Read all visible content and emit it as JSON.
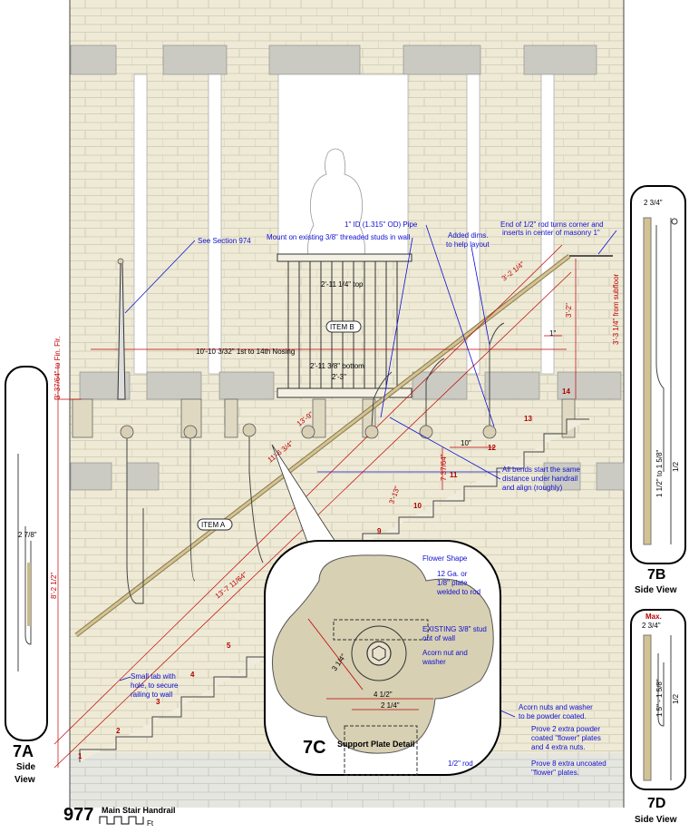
{
  "sheet": {
    "number": "977",
    "title": "Main Stair Handrail",
    "scale_suffix": "Ft"
  },
  "callouts": {
    "see_section": "See Section 974",
    "pipe": "1\" ID (1.315\" OD) Pipe",
    "mount": "Mount on existing 3/8\" threaded studs in wall",
    "added_dims": "Added dims.",
    "added_dims_2": "to help layout",
    "end_rod": "End of 1/2\" rod turns corner and",
    "end_rod_2": "inserts in center of masonry 1\"",
    "bends": "All bends start the same",
    "bends_2": "distance under handrail",
    "bends_3": "and align (roughly)",
    "small_tab": "Small tab with",
    "small_tab_2": "hole, to secure",
    "small_tab_3": "railing to wall"
  },
  "items": {
    "item_a": "ITEM A",
    "item_b": "ITEM B"
  },
  "dimensions": {
    "top": "2'-11 1/4\" top",
    "bottom": "2'-11 3/8\" bottom",
    "w1": "2'-3\"",
    "nosing": "10'-10 3/32\" 1st to 14th Nosing",
    "fin_flr": "3'-37/64\" to Fin. Flr.",
    "d1": "13'-9\"",
    "d2": "11'-6 3/4\"",
    "d3": "13'-7 11/64\"",
    "d4": "8'-2 1/2\"",
    "d5": "3'-2 1/4\"",
    "d6": "3'-2\"",
    "d7": "3'-3 1/4\" from subfloor",
    "d8": "1\"",
    "d9": "10\"",
    "d10": "7 37/64\"",
    "d11": "3'-13\""
  },
  "steps": [
    "1",
    "2",
    "3",
    "4",
    "5",
    "9",
    "10",
    "11",
    "12",
    "13",
    "14"
  ],
  "detail_7c": {
    "label": "7C",
    "title": "Support Plate Detail",
    "flower": "Flower Shape",
    "plate": "12 Ga. or",
    "plate_2": "1/8\" plate",
    "plate_3": "welded to rod",
    "stud": "EXISTING 3/8\" stud",
    "stud_2": "out of wall",
    "acorn": "Acorn nut and",
    "acorn_2": "washer",
    "rod": "1/2\" rod",
    "dim_a": "3 1/4\"",
    "dim_b": "4 1/2\"",
    "dim_c": "2 1/4\""
  },
  "notes": {
    "n1": "Acorn nuts and washer",
    "n1b": "to be powder coated.",
    "n2": "Prove 2 extra powder",
    "n2b": "coated \"flower\" plates",
    "n2c": "and 4 extra nuts.",
    "n3": "Prove 8 extra uncoated",
    "n3b": "\"flower\" plates."
  },
  "detail_7a": {
    "label": "7A",
    "sub": "Side",
    "sub2": "View",
    "dim": "2 7/8\""
  },
  "detail_7b": {
    "label": "7B",
    "sub": "Side View",
    "dim_top": "2 3/4\"",
    "dim_side": "1 1/2\" to 1 5/8\"",
    "dim_half": "1/2"
  },
  "detail_7d": {
    "label": "7D",
    "sub": "Side View",
    "max": "Max.",
    "dim_top": "2 3/4\"",
    "dim_side": "1 5\" - 1 5/8\"",
    "dim_half": "1/2"
  },
  "colors": {
    "stone": "#eeead6",
    "stone_line": "#b9b59e",
    "band": "#c9c9bf",
    "rail": "#c8b98a",
    "annot": "#1010d0",
    "dim": "#c00000"
  }
}
